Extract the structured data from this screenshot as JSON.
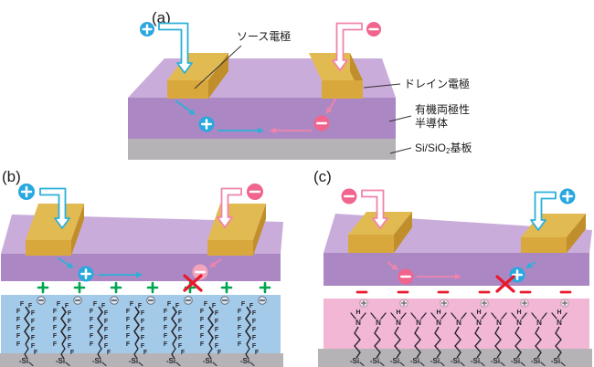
{
  "figure_title": "ambipolar-organic-transistor-sam-schematic",
  "background": "#ffffff",
  "panels": {
    "a": {
      "label": "(a)"
    },
    "b": {
      "label": "(b)"
    },
    "c": {
      "label": "(c)"
    }
  },
  "labels": {
    "source_electrode": "ソース電極",
    "drain_electrode": "ドレイン電極",
    "semiconductor_line1": "有機両極性",
    "semiconductor_line2": "半導体",
    "substrate_base": "Si/SiO",
    "substrate_subscript": "2",
    "substrate_suffix": "基板"
  },
  "glyphs": {
    "plus": "+",
    "minus": "−",
    "fluorine": "F",
    "nitrogen": "N",
    "hydrogen": "H",
    "silicon_group": "-Si"
  },
  "panel_b_details": {
    "interface_charge": "+",
    "interface_charge_count": 7,
    "sam_unit_count": 7,
    "sam_head_charge": "−",
    "blocked_carrier": "electron"
  },
  "panel_c_details": {
    "interface_charge": "−",
    "interface_charge_count": 6,
    "sam_chain_count": 11,
    "protonated_chain_count": 6,
    "sam_head_charge": "+",
    "blocked_carrier": "hole"
  },
  "colors": {
    "semiconductor_top": "#c9acda",
    "semiconductor_front": "#ab88c4",
    "electrode_top": "#e2ba52",
    "electrode_front": "#d8a83c",
    "electrode_side": "#c08f2b",
    "substrate": "#b5b3b6",
    "fluoro_sam_layer": "#a3cbe9",
    "amine_sam_layer": "#f3b7d6",
    "interface_layer": "#ffffff",
    "hole_color": "#29a8e0",
    "electron_color": "#f0648e",
    "electron_faded": "#f4a4ba",
    "hole_arrow": "#2cb0d8",
    "electron_arrow": "#f283ab",
    "positive_charge": "#00a550",
    "negative_charge": "#e8192c",
    "blocked_x": "#e8192c",
    "molecule_ink": "#28262e",
    "ring_dark": "#6e6e78",
    "ring_light": "#b49aa8",
    "label_ink": "#1a1a1a",
    "pointer_line": "#333333"
  }
}
